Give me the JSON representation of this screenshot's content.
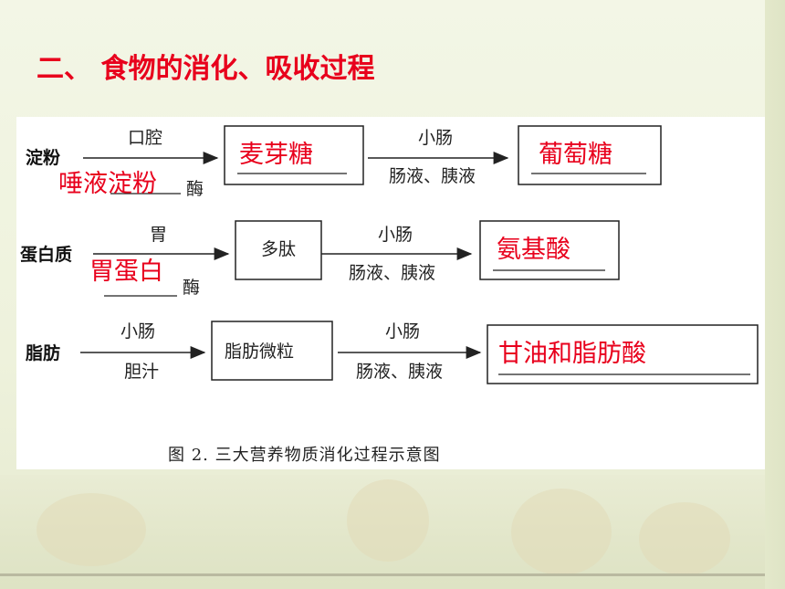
{
  "title": "二、 食物的消化、吸收过程",
  "diagram": {
    "rows": [
      {
        "substance": "淀粉",
        "step1_top": "口腔",
        "step1_enzyme": "唾液淀粉",
        "step1_suffix": "酶",
        "product1": "麦芽糖",
        "step2_top": "小肠",
        "step2_bottom": "肠液、胰液",
        "product2": "葡萄糖"
      },
      {
        "substance": "蛋白质",
        "step1_top": "胃",
        "step1_enzyme": "胃蛋白",
        "step1_suffix": "酶",
        "product1": "多肽",
        "step2_top": "小肠",
        "step2_bottom": "肠液、胰液",
        "product2": "氨基酸"
      },
      {
        "substance": "脂肪",
        "step1_top": "小肠",
        "step1_bottom": "胆汁",
        "product1": "脂肪微粒",
        "step2_top": "小肠",
        "step2_bottom": "肠液、胰液",
        "product2": "甘油和脂肪酸"
      }
    ],
    "caption": "图 2. 三大营养物质消化过程示意图"
  },
  "colors": {
    "answer_red": "#e8001c",
    "panel": "#ffffff",
    "background": "#eef2dc"
  }
}
